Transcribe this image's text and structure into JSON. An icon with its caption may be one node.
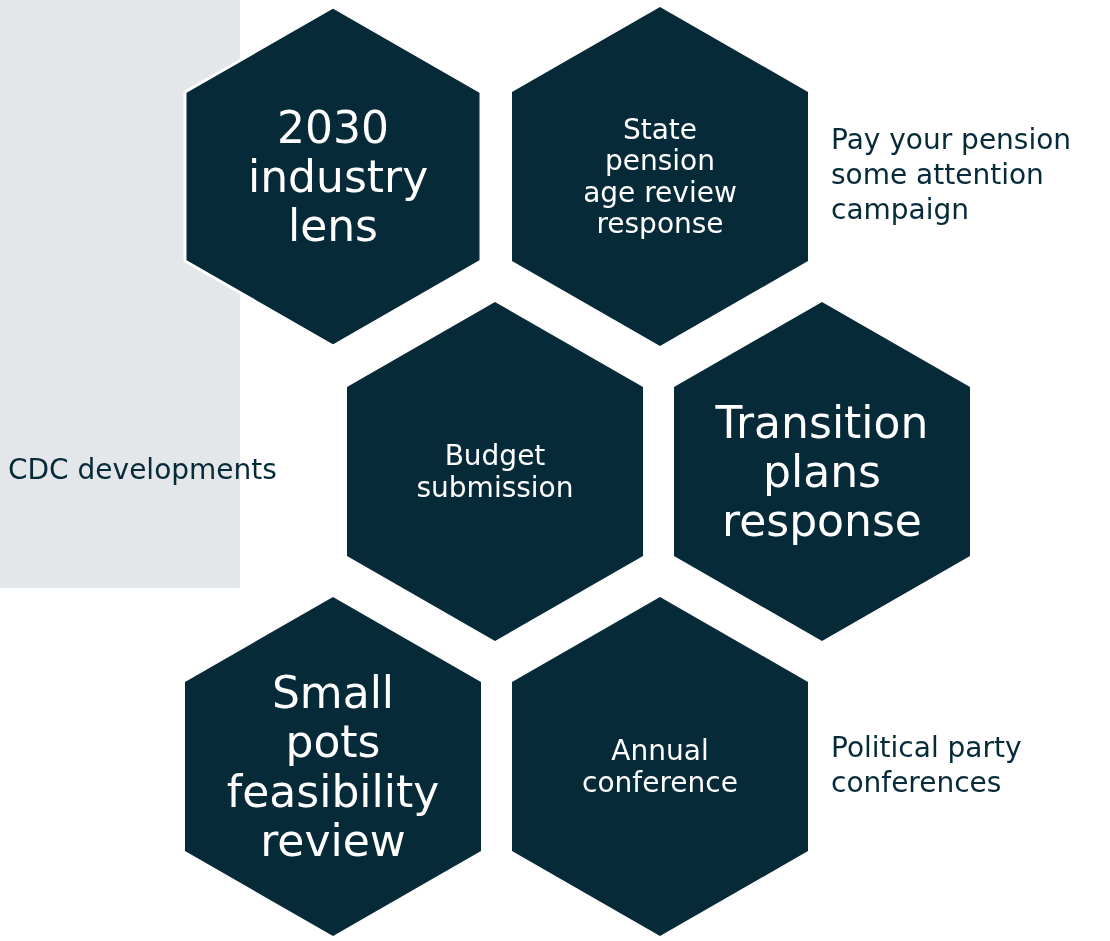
{
  "diagram": {
    "nodes": [
      {
        "text": [
          "2030 industry lens"
        ]
      },
      {
        "text": [
          "State pension age review response"
        ]
      },
      {
        "text": [
          "Budget submission"
        ]
      },
      {
        "text": [
          "Transition plans response"
        ]
      },
      {
        "text": [
          "Small pots feasibility review"
        ]
      },
      {
        "text": [
          "Annual conference"
        ]
      }
    ],
    "labels": [
      "Pay your pension some attention campaign",
      "CDC developments",
      "Political party conferences"
    ]
  }
}
